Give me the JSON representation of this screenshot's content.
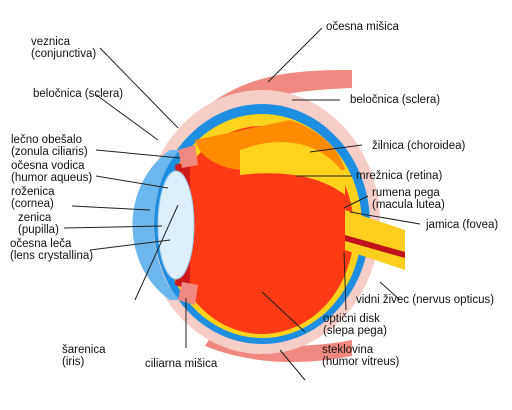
{
  "labels": {
    "conjunctiva": "veznica\n(conjunctiva)",
    "eye_muscle": "očesna mišica",
    "sclera_left": "beločnica (sclera)",
    "sclera_right": "beločnica (sclera)",
    "zonula": "lečno obešalo\n(zonula ciliaris)",
    "choroid": "žilnica (choroidea)",
    "humor_aqueus": "očesna vodica\n(humor aqueus)",
    "retina": "mrežnica (retina)",
    "cornea": "roženica\n(cornea)",
    "macula": "rumena pega\n(macula lutea)",
    "pupil": "zenica\n(pupilla)",
    "fovea": "jamica (fovea)",
    "lens": "očesna leča\n(lens crystallina)",
    "optic_nerve": "vidni živec (nervus opticus)",
    "optic_disc": "optični disk\n(slepa pega)",
    "iris": "šarenica\n(iris)",
    "ciliary_muscle": "ciliarna mišica",
    "vitreous": "steklovina\n(humor vitreus)"
  },
  "colors": {
    "sclera": "#f7cdc8",
    "muscle": "#f08a80",
    "choroid": "#1e8fe0",
    "retina_yellow": "#ffd21e",
    "vitreous_red": "#ff3a14",
    "inner_orange": "#ff8c00",
    "iris_red": "#d01a1a",
    "cornea_blue": "#6bb7ee",
    "lens_light": "#dceffb",
    "nerve": "#ffcf20"
  }
}
